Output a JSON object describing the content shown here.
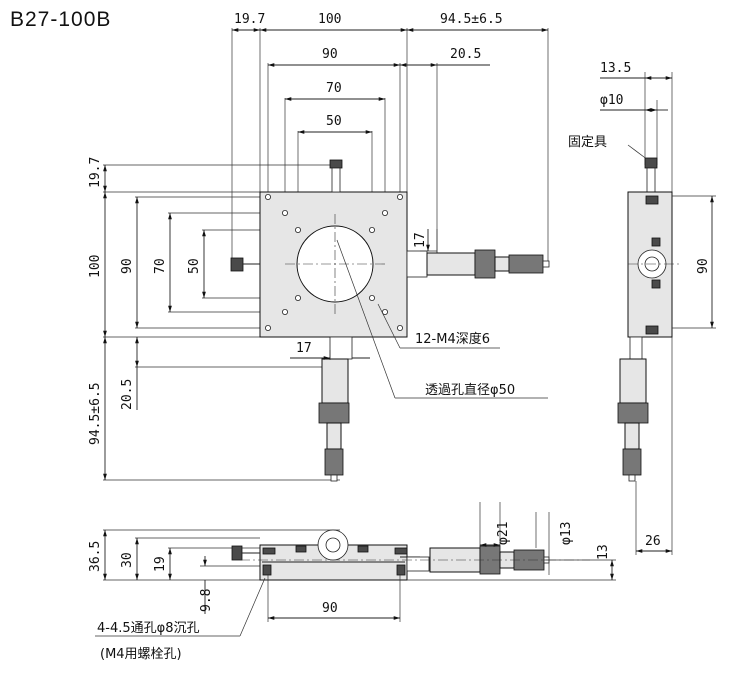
{
  "title": "B27-100B",
  "top_view": {
    "dims_top": [
      "19.7",
      "100",
      "94.5±6.5",
      "90",
      "20.5",
      "70",
      "50"
    ],
    "dims_left": [
      "19.7",
      "100",
      "90",
      "70",
      "50",
      "94.5±6.5",
      "20.5"
    ],
    "dim_17_right": "17",
    "dim_17_bottom": "17",
    "callout_holes": "12-M4深度6",
    "callout_aperture": "透過孔直径φ50"
  },
  "side_view": {
    "dim_13_5": "13.5",
    "dim_phi10": "φ10",
    "label_fixture": "固定具",
    "dim_90": "90",
    "dim_26": "26"
  },
  "front_view": {
    "dim_36_5": "36.5",
    "dim_30": "30",
    "dim_19": "19",
    "dim_9_8": "9.8",
    "dim_90": "90",
    "dim_phi21": "φ21",
    "dim_phi13": "φ13",
    "dim_13": "13",
    "note_line1": "4-4.5通孔φ8沉孔",
    "note_line2": "(M4用螺栓孔)"
  },
  "colors": {
    "body": "#e6e6e6",
    "dark": "#4a4a4a",
    "line": "#222222"
  }
}
